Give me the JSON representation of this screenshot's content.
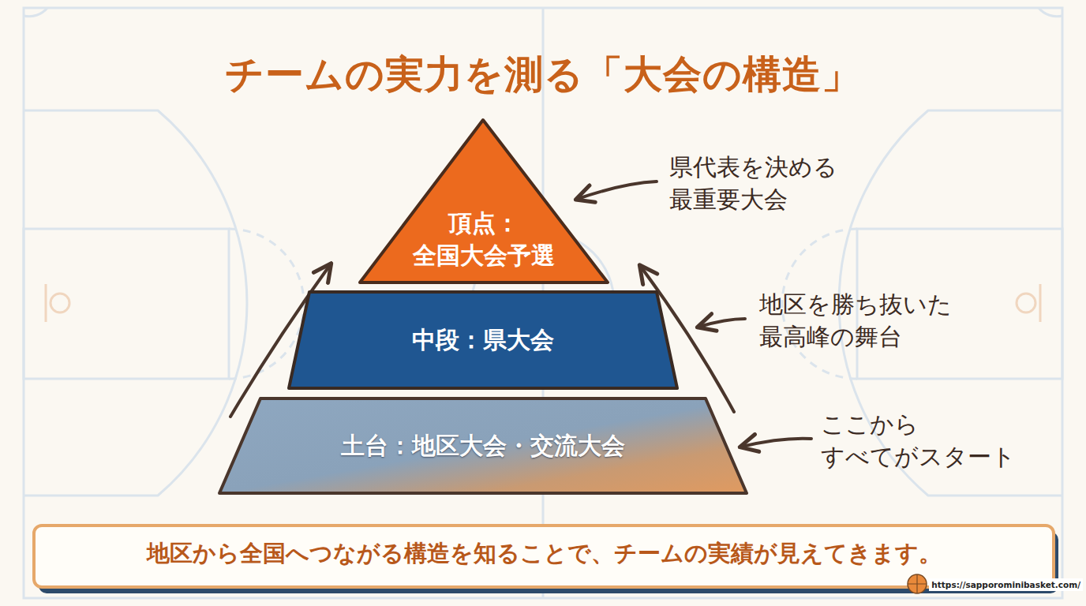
{
  "diagram": {
    "title": "チームの実力を測る「大会の構造」",
    "caption": "地区から全国へつながる構造を知ることで、チームの実績が見えてきます。",
    "nodes": [
      {
        "text": [
          "頂点： 全国大会予選"
        ]
      },
      {
        "text": [
          "中段：県大会"
        ]
      },
      {
        "text": [
          "土台：地区大会・交流大会"
        ]
      }
    ],
    "labels": [
      "県代表を決める 最重要大会",
      "地区を勝ち抜いた 最高峰の舞台",
      "ここから すべてがスタート",
      "https://sapporominibasket.com/"
    ]
  }
}
